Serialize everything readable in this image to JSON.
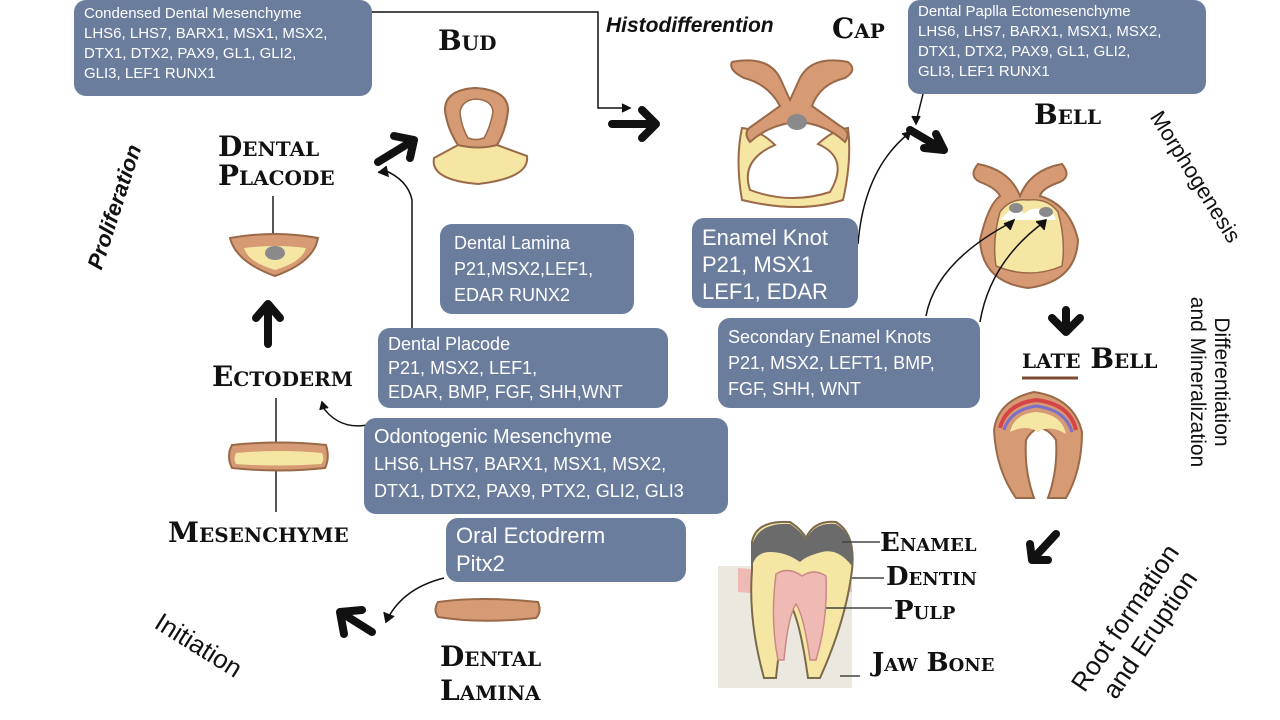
{
  "stages": {
    "bud": "Bud",
    "cap": "Cap",
    "bell": "Bell",
    "late_bell": "late Bell",
    "dental_placode": [
      "Dental",
      "Placode"
    ],
    "ectoderm": "Ectoderm",
    "mesenchyme": "Mesenchyme",
    "dental_lamina": [
      "Dental",
      "Lamina"
    ]
  },
  "processes": {
    "histodifferention": "Histodifferention",
    "proliferation": "Proliferation",
    "morphogenesis": "Morphogenesis",
    "differentiation": [
      "Differentiation",
      "and Mineralization"
    ],
    "root_formation": [
      "Root formation",
      "and Eruption"
    ],
    "initiation": "Initiation"
  },
  "tooth_labels": {
    "enamel": "Enamel",
    "dentin": "Dentin",
    "pulp": "Pulp",
    "jaw_bone": "Jaw Bone"
  },
  "boxes": {
    "condensed_mesenchyme": {
      "title": "Condensed Dental Mesenchyme",
      "lines": [
        "LHS6, LHS7, BARX1, MSX1, MSX2,",
        "DTX1, DTX2, PAX9, GL1, GLI2,",
        "GLI3, LEF1 RUNX1"
      ]
    },
    "dental_papilla": {
      "title": "Dental Paplla  Ectomesenchyme",
      "lines": [
        "LHS6, LHS7, BARX1, MSX1, MSX2,",
        "DTX1, DTX2, PAX9, GL1, GLI2,",
        "GLI3, LEF1 RUNX1"
      ]
    },
    "dental_lamina": {
      "title": "Dental Lamina",
      "lines": [
        "P21,MSX2,LEF1,",
        "EDAR RUNX2"
      ]
    },
    "dental_placode": {
      "title": "Dental Placode",
      "lines": [
        "P21, MSX2, LEF1,",
        "EDAR, BMP, FGF, SHH,WNT"
      ]
    },
    "enamel_knot": {
      "title": "Enamel Knot",
      "lines": [
        "P21, MSX1",
        "LEF1, EDAR"
      ]
    },
    "secondary_knots": {
      "title": "Secondary Enamel Knots",
      "lines": [
        "P21, MSX2, LEFT1, BMP,",
        "FGF, SHH, WNT"
      ]
    },
    "odontogenic_mesenchyme": {
      "title": "Odontogenic Mesenchyme",
      "lines": [
        "LHS6, LHS7, BARX1, MSX1, MSX2,",
        "DTX1, DTX2, PAX9, PTX2, GLI2, GLI3"
      ]
    },
    "oral_ectoderm": {
      "title": "Oral Ectodrerm",
      "lines": [
        "Pitx2"
      ]
    }
  },
  "colors": {
    "box_fill": "#6a7d9c",
    "tissue_outer": "#d69a75",
    "tissue_outline": "#9a6a48",
    "tissue_inner": "#f6e6a4",
    "knot": "#8a8a8a",
    "enamel_grey": "#6b6b6b",
    "gum_pink": "#efb9b4"
  }
}
